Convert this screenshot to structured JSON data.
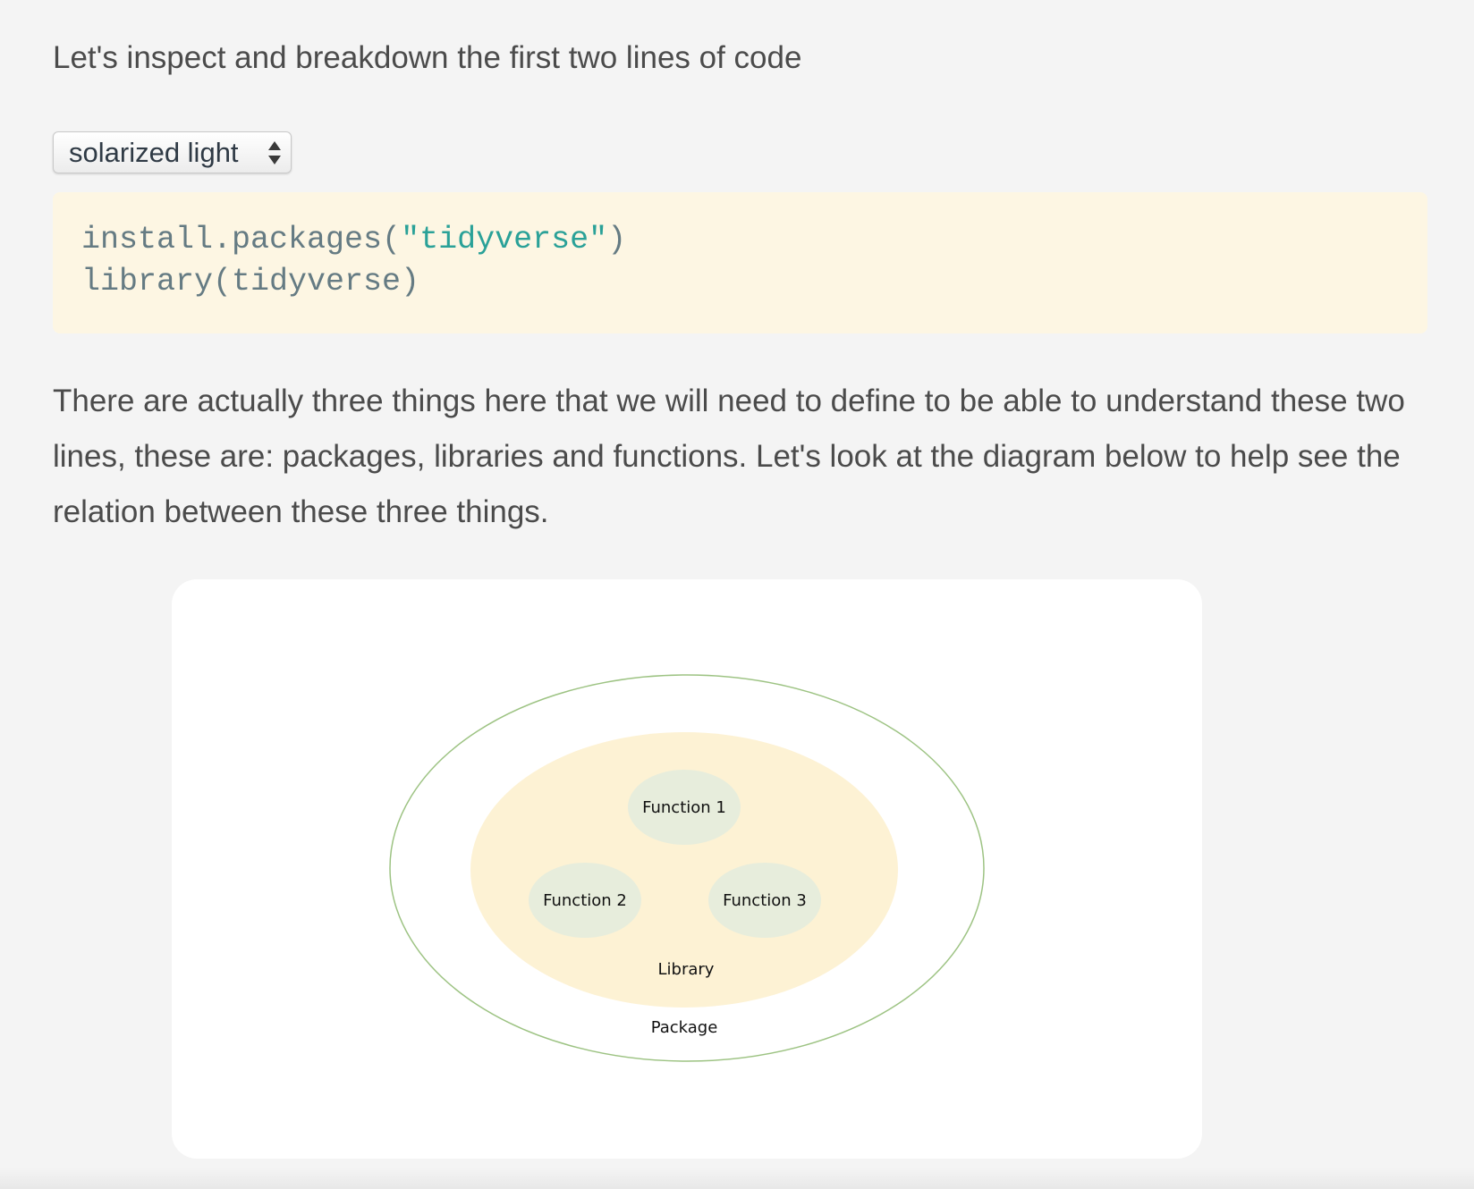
{
  "intro_text": "Let's inspect and breakdown the first two lines of code",
  "theme_selector": {
    "selected": "solarized light"
  },
  "code": {
    "line1": {
      "prefix": "install.packages(",
      "string": "\"tidyverse\"",
      "suffix": ")"
    },
    "line2": "library(tidyverse)"
  },
  "paragraph": "There are actually three things here that we will need to define to be able to understand these two lines, these are: packages, libraries and functions. Let's look at the diagram below to help see the relation between these three things.",
  "diagram": {
    "package_label": "Package",
    "library_label": "Library",
    "function1_label": "Function 1",
    "function2_label": "Function 2",
    "function3_label": "Function 3",
    "colors": {
      "package_outline": "#9dc383",
      "library_fill": "#fdf2d4",
      "function_fill": "#e7eddc"
    }
  }
}
